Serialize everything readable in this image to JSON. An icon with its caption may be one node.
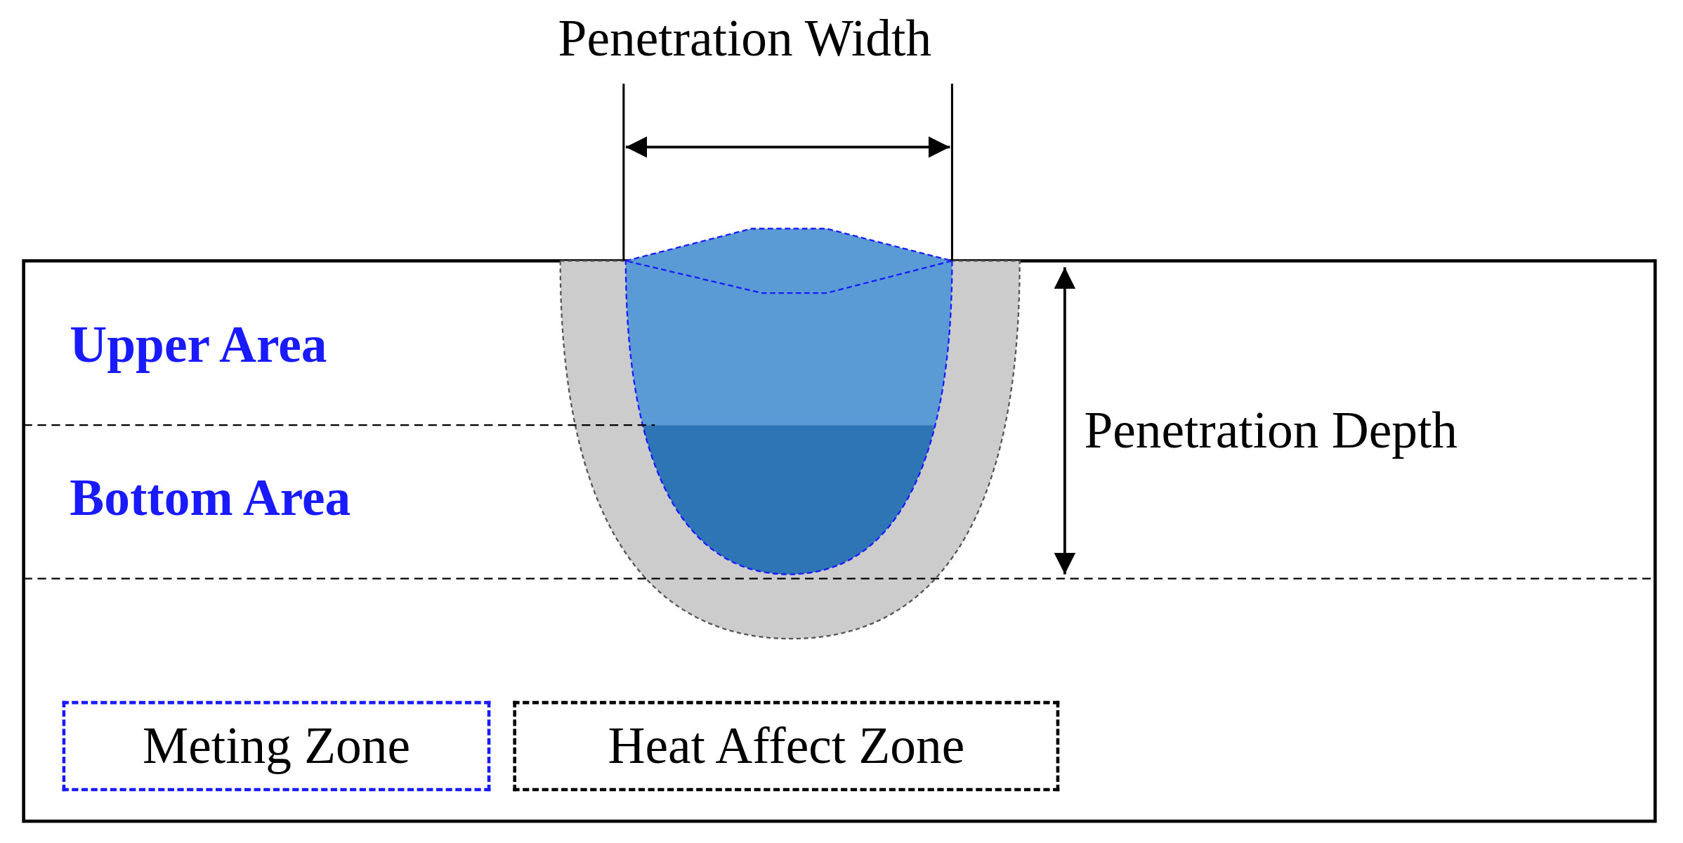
{
  "diagram": {
    "labels": [
      "Penetration Width",
      "Upper Area",
      "Bottom Area",
      "Penetration Depth"
    ],
    "legend": [
      {
        "text": "Meting Zone"
      },
      {
        "text": "Heat Affect Zone"
      }
    ]
  }
}
